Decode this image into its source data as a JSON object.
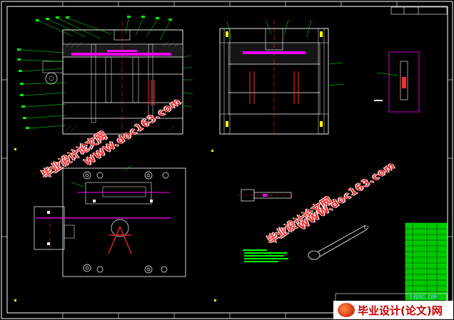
{
  "watermark": {
    "chinese": "毕业设计论文网",
    "url": "WWW.doc163.com"
  },
  "footer": {
    "brand": "毕业设计(论文)网",
    "site": "56DOC.COM"
  },
  "colors": {
    "background": "#000000",
    "frame": "#ffffff",
    "green": "#00ff00",
    "magenta": "#ff00ff",
    "red": "#ff2a2a",
    "yellow": "#ffff00",
    "cyan": "#00ffff"
  }
}
